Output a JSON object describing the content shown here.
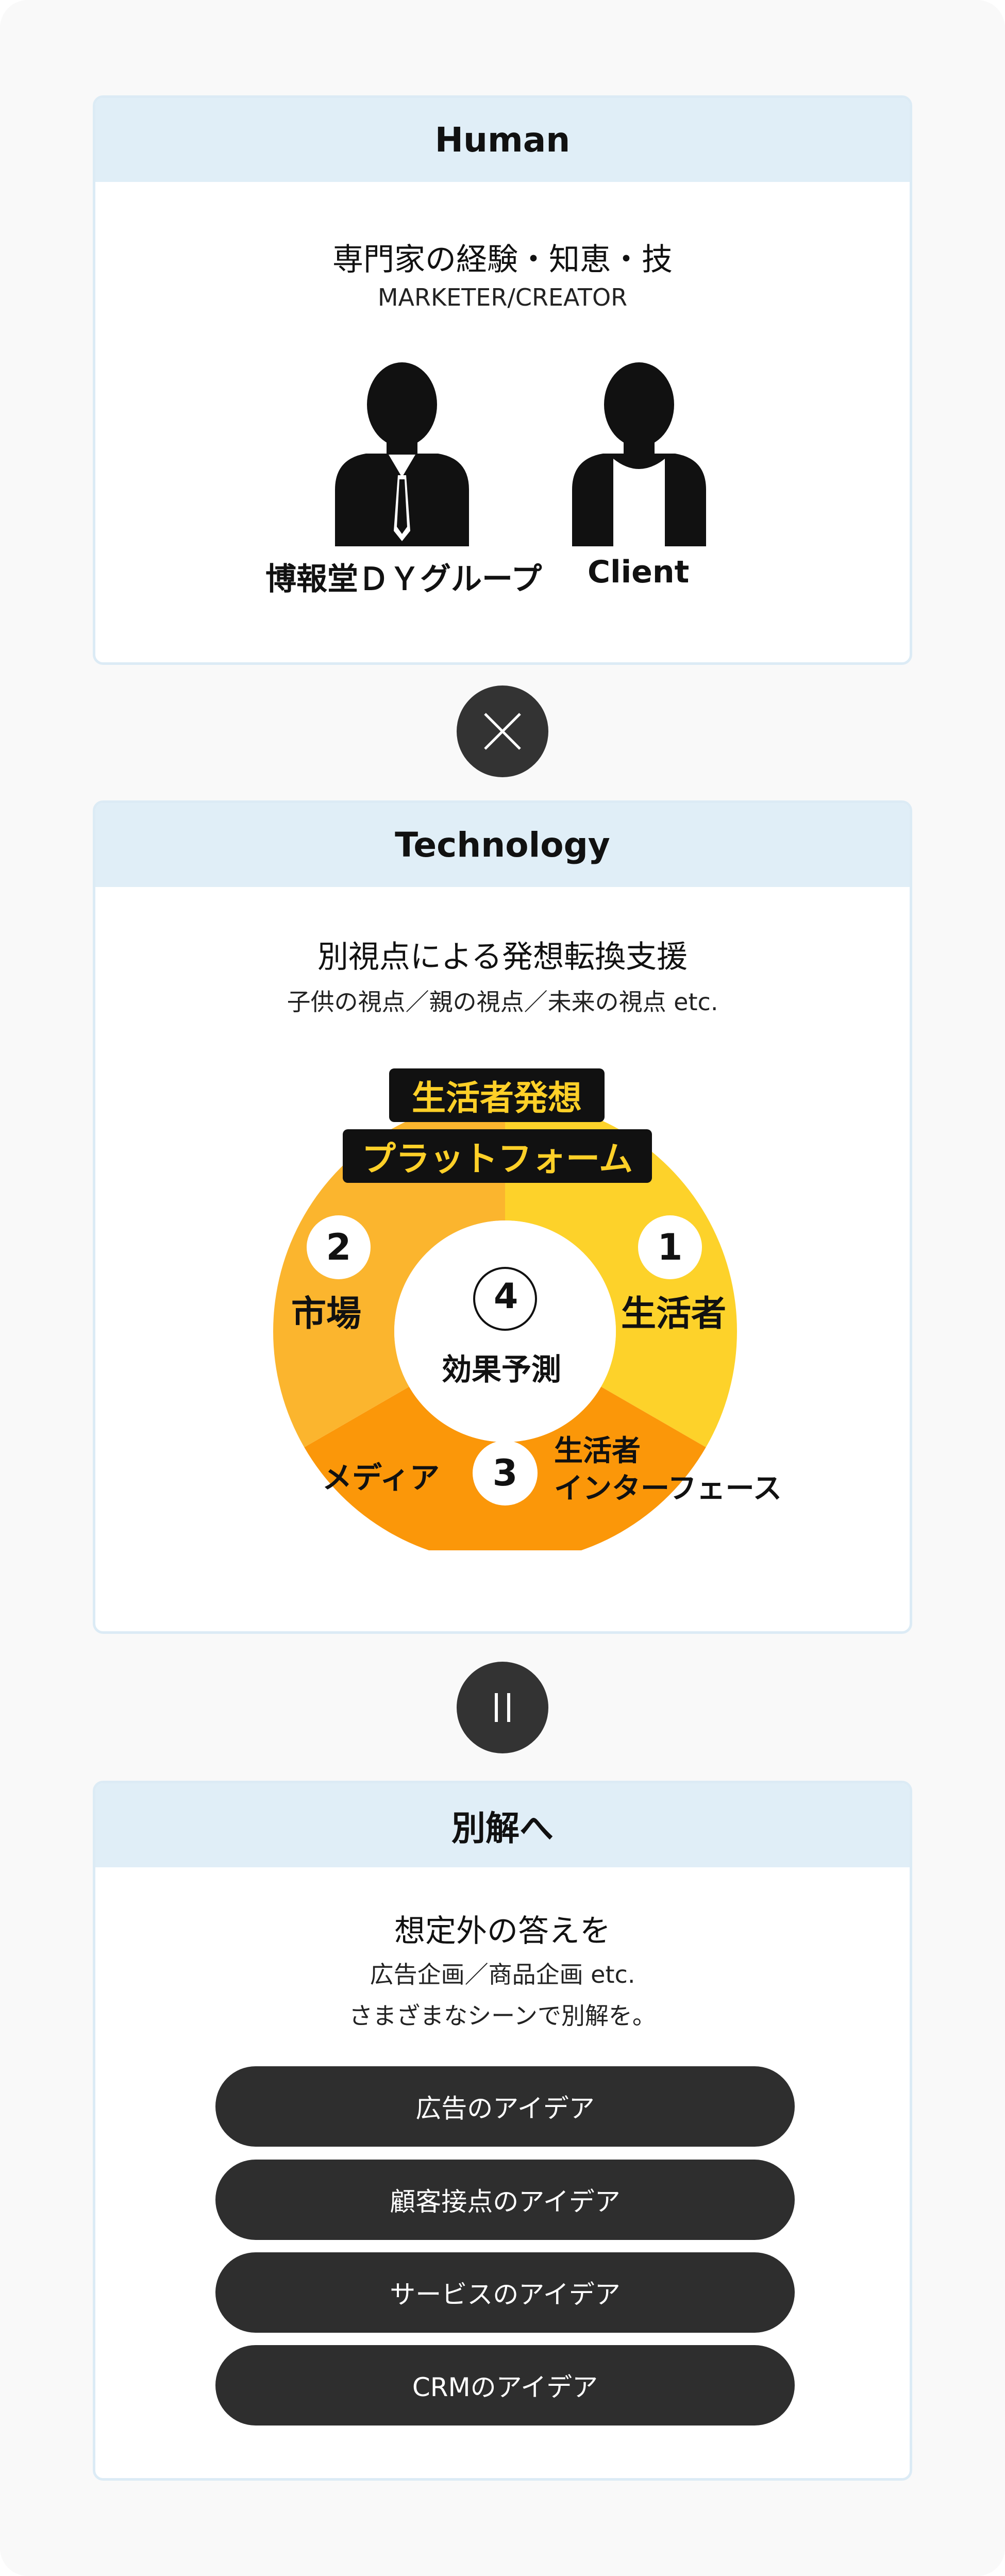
{
  "human": {
    "header": "Human",
    "lead": "専門家の経験・知恵・技",
    "sub": "MARKETER/CREATOR",
    "people": [
      {
        "label": "博報堂ＤＹグループ",
        "icon": "person-with-tie-icon"
      },
      {
        "label": "Client",
        "icon": "person-casual-icon"
      }
    ]
  },
  "operator_times": {
    "icon": "times-icon"
  },
  "technology": {
    "header": "Technology",
    "lead": "別視点による発想転換支援",
    "sub": "子供の視点／親の視点／未来の視点 etc.",
    "chips": [
      "生活者発想",
      "プラットフォーム"
    ],
    "segments": [
      {
        "num": "1",
        "label": "生活者",
        "color": "#fdd22a"
      },
      {
        "num": "2",
        "label": "市場",
        "color": "#fbb52e"
      },
      {
        "num": "3",
        "label_left": "メディア",
        "label_right_1": "生活者",
        "label_right_2": "インターフェース",
        "color": "#fb9709"
      }
    ],
    "center": {
      "num": "4",
      "label": "効果予測"
    }
  },
  "operator_equals": {
    "icon": "equals-icon"
  },
  "result": {
    "header": "別解へ",
    "lead": "想定外の答えを",
    "sub1": "広告企画／商品企画 etc.",
    "sub2": "さまざまなシーンで別解を。",
    "buttons": [
      "広告のアイデア",
      "顧客接点のアイデア",
      "サービスのアイデア",
      "CRMのアイデア"
    ]
  },
  "colors": {
    "header_bg": "#e0eef7",
    "dark": "#2e2e2e",
    "chip_text": "#ffd028"
  }
}
